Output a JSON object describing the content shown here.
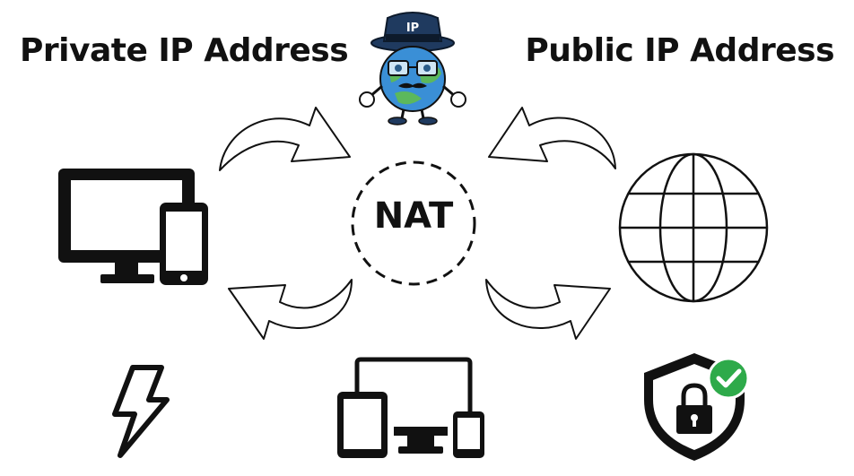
{
  "diagram": {
    "left_title": "Private IP Address",
    "right_title": "Public IP Address",
    "center_label": "NAT",
    "mascot_hat_label": "IP"
  },
  "colors": {
    "ink": "#111111",
    "globe_blue": "#3a8fd6",
    "globe_green": "#5cb85c",
    "hat_navy": "#1f3a5f",
    "check_green": "#2eaa4a"
  },
  "icons": {
    "left_device": "desktop-and-phone-icon",
    "bottom_left": "lightning-bolt-icon",
    "bottom_center": "multi-device-icon",
    "bottom_right": "security-shield-lock-icon",
    "right": "globe-icon",
    "top_center": "spy-globe-mascot-icon"
  }
}
